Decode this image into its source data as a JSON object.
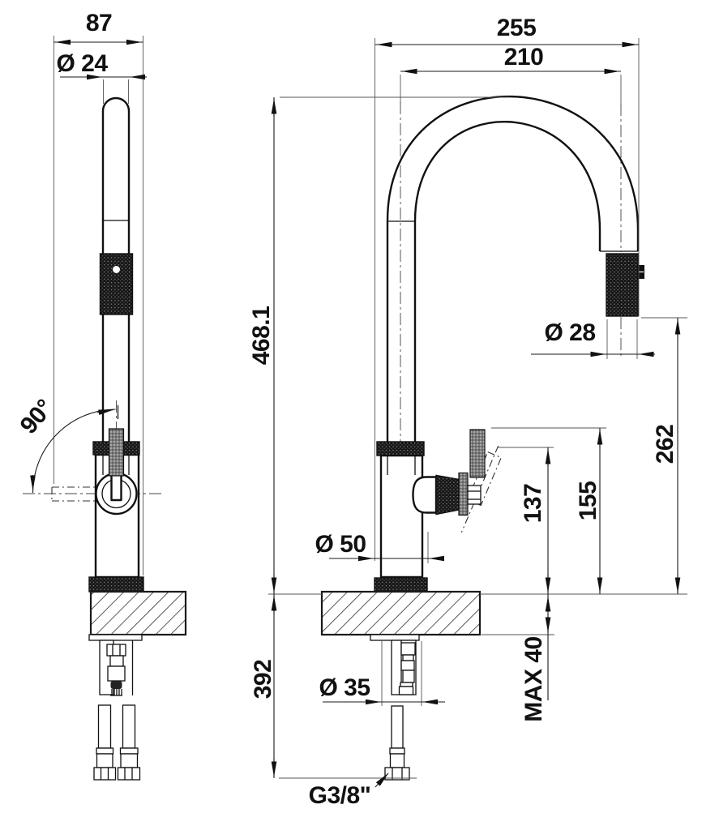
{
  "drawing": {
    "side_view": {
      "depth_label": "87",
      "spout_diameter_label": "Ø 24",
      "handle_swivel_angle_label": "90°"
    },
    "front_view": {
      "overall_width_label": "255",
      "spout_reach_label": "210",
      "overall_height_label": "468.1",
      "spray_head_diameter_label": "Ø 28",
      "spout_clearance_label": "262",
      "handle_top_height_label": "155",
      "handle_tilted_height_label": "137",
      "base_diameter_label": "Ø 50",
      "below_counter_length_label": "392",
      "counter_thickness_label": "MAX 40",
      "hole_diameter_label": "Ø 35",
      "thread_label": "G3/8\""
    },
    "colors": {
      "line": "#111111",
      "background": "#ffffff"
    }
  }
}
